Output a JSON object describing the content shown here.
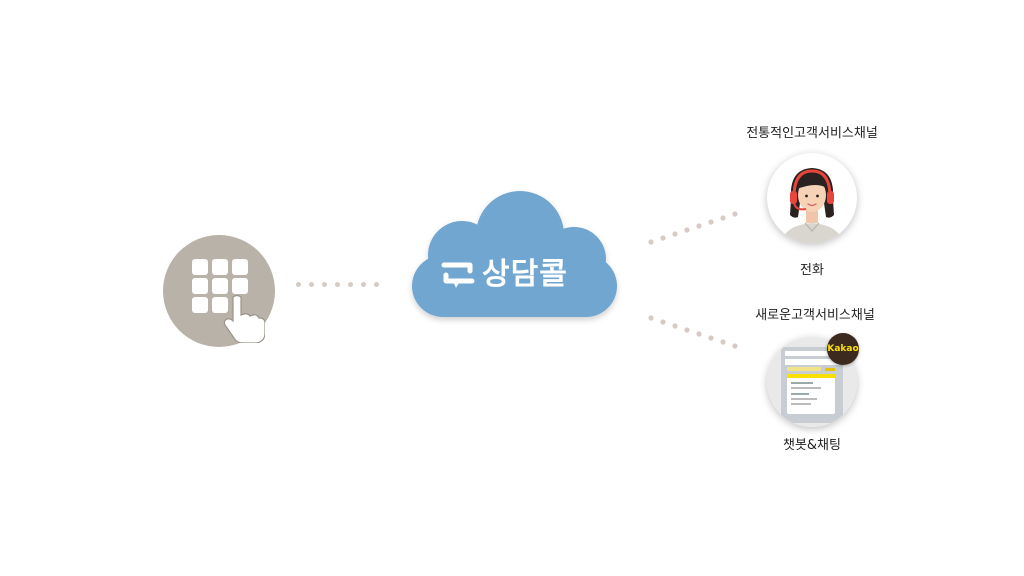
{
  "brand": {
    "name": "상담콜"
  },
  "channels": {
    "traditional": {
      "heading": "전통적인고객서비스채널",
      "label": "전화"
    },
    "new": {
      "heading": "새로운고객서비스채널",
      "label": "챗봇&채팅",
      "badge": "Kakao"
    }
  },
  "colors": {
    "cloud": "#6fa6cf",
    "keypad_bg": "#b9b2a8",
    "dots": "#d6cbc4",
    "headset": "#e8453c",
    "kakao_yellow": "#f9e000",
    "kakao_brown": "#3c2a1e"
  },
  "icons": {
    "keypad": "keypad-touch-icon",
    "brand_logo": "chat-swap-icon",
    "agent": "headset-agent-icon",
    "chat": "chat-phone-screen-icon"
  }
}
